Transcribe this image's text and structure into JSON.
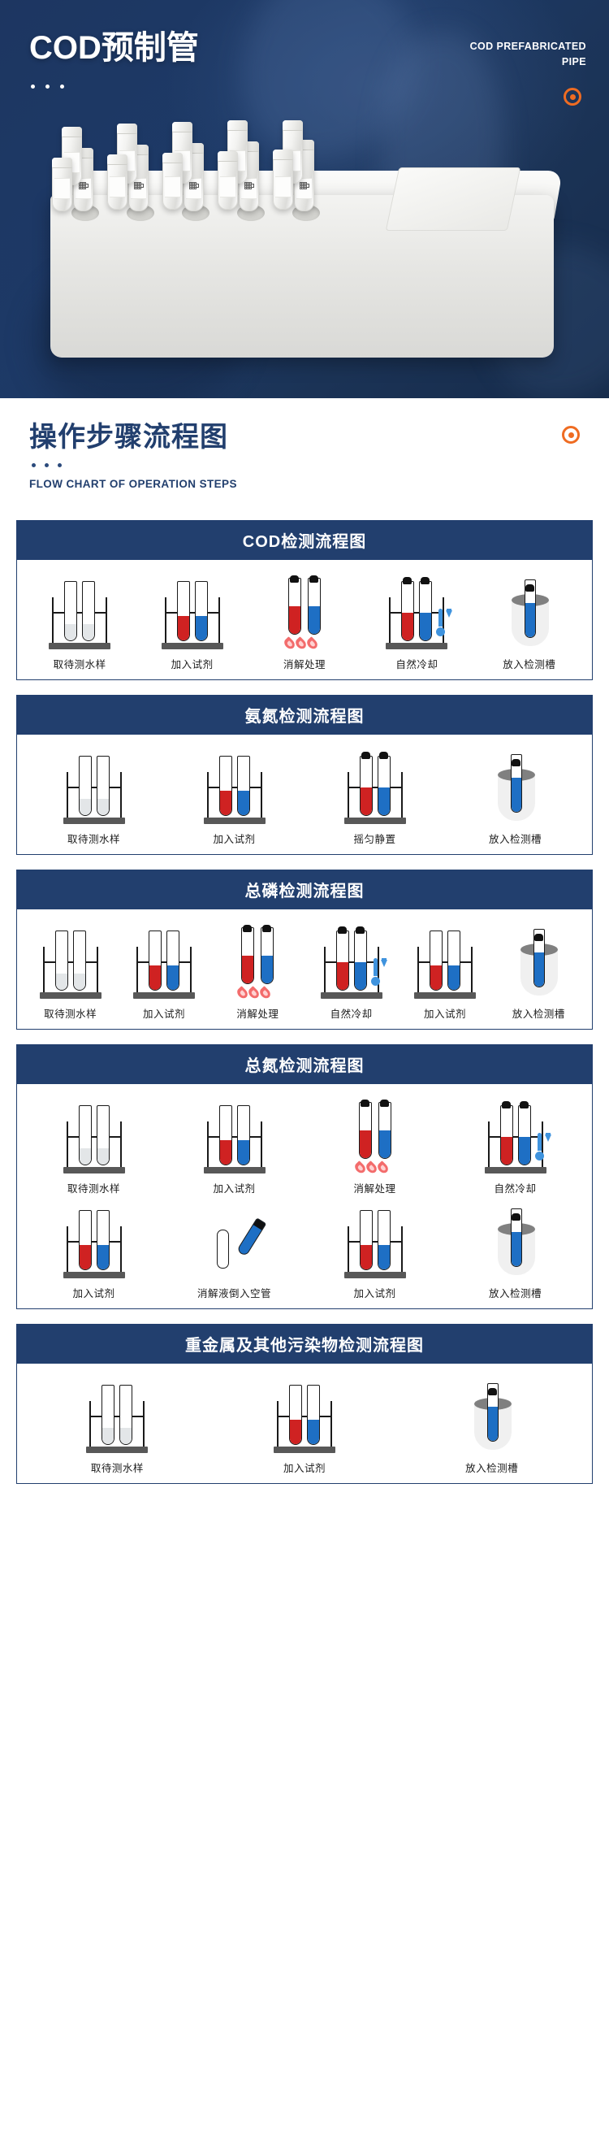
{
  "hero": {
    "title": "COD预制管",
    "english_line1": "COD PREFABRICATED",
    "english_line2": "PIPE",
    "accent_color": "#ef6c22",
    "background_color": "#1d3661",
    "target_icon": "target-icon",
    "dots": [
      "dot",
      "dot",
      "dot"
    ]
  },
  "section": {
    "title": "操作步骤流程图",
    "english": "FLOW CHART OF OPERATION STEPS",
    "title_color": "#223f6e",
    "accent_color": "#ef6c22",
    "dots": [
      "dot",
      "dot",
      "dot"
    ]
  },
  "cards": [
    {
      "title": "COD检测流程图",
      "rows": [
        [
          {
            "label": "取待测水样",
            "art": "rack-clear"
          },
          {
            "label": "加入试剂",
            "art": "rack-filled"
          },
          {
            "label": "消解处理",
            "art": "digest-flames"
          },
          {
            "label": "自然冷却",
            "art": "rack-cool"
          },
          {
            "label": "放入检测槽",
            "art": "detection-slot"
          }
        ]
      ]
    },
    {
      "title": "氨氮检测流程图",
      "rows": [
        [
          {
            "label": "取待测水样",
            "art": "rack-clear"
          },
          {
            "label": "加入试剂",
            "art": "rack-filled"
          },
          {
            "label": "摇匀静置",
            "art": "rack-capped"
          },
          {
            "label": "放入检测槽",
            "art": "detection-slot"
          }
        ]
      ]
    },
    {
      "title": "总磷检测流程图",
      "rows": [
        [
          {
            "label": "取待测水样",
            "art": "rack-clear"
          },
          {
            "label": "加入试剂",
            "art": "rack-filled"
          },
          {
            "label": "消解处理",
            "art": "digest-flames"
          },
          {
            "label": "自然冷却",
            "art": "rack-cool"
          },
          {
            "label": "加入试剂",
            "art": "rack-filled"
          },
          {
            "label": "放入检测槽",
            "art": "detection-slot"
          }
        ]
      ]
    },
    {
      "title": "总氮检测流程图",
      "rows": [
        [
          {
            "label": "取待测水样",
            "art": "rack-clear"
          },
          {
            "label": "加入试剂",
            "art": "rack-filled"
          },
          {
            "label": "消解处理",
            "art": "digest-flames"
          },
          {
            "label": "自然冷却",
            "art": "rack-cool"
          }
        ],
        [
          {
            "label": "加入试剂",
            "art": "rack-filled"
          },
          {
            "label": "消解液倒入空管",
            "art": "pour-tilt"
          },
          {
            "label": "加入试剂",
            "art": "rack-filled"
          },
          {
            "label": "放入检测槽",
            "art": "detection-slot"
          }
        ]
      ]
    },
    {
      "title": "重金属及其他污染物检测流程图",
      "rows": [
        [
          {
            "label": "取待测水样",
            "art": "rack-clear"
          },
          {
            "label": "加入试剂",
            "art": "rack-filled"
          },
          {
            "label": "放入检测槽",
            "art": "detection-slot"
          }
        ]
      ]
    }
  ]
}
